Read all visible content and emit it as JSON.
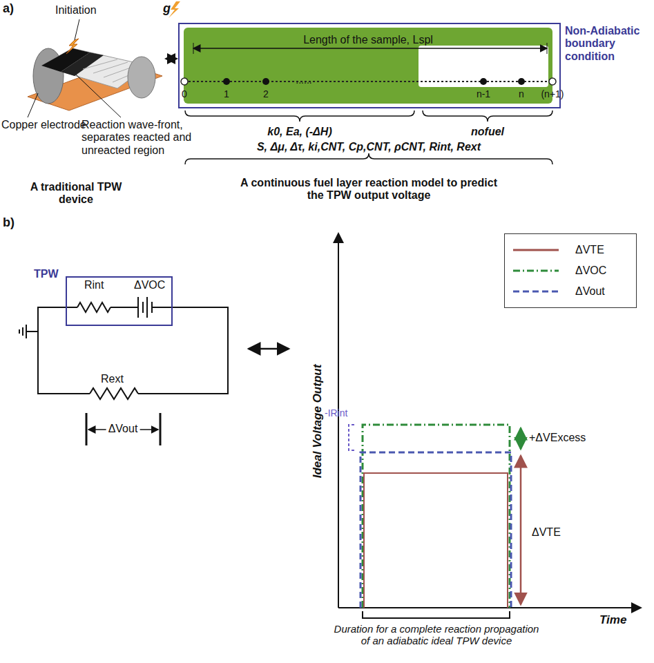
{
  "diagram": {
    "nodes": [
      {
        "text": [
          "Length of the sample, Lspl"
        ]
      },
      {
        "text": [
          "TPW"
        ]
      }
    ],
    "labels": [
      "a)",
      "Initiation",
      "Copper electrode",
      "Reaction wave-front, separates reacted and unreacted region",
      "A traditional TPW device",
      "g",
      "0",
      "1",
      "2",
      "......",
      "n-1",
      "n",
      "(n+1)",
      "Non-Adiabatic boundary condition",
      "k0, Ea, (-ΔH)",
      "nofuel",
      "S, Δμ, Δτ, ki,CNT, Cp,CNT, ρCNT, Rint, Rext",
      "A continuous fuel layer reaction model to predict the TPW output voltage",
      "b)",
      "Rint",
      "ΔVOC",
      "Rext",
      "ΔVout",
      "Ideal Voltage Output",
      "-IRint",
      "+ΔVExcess",
      "ΔVTE",
      "Time",
      "Duration for a complete reaction propagation of an adiabatic ideal TPW device"
    ],
    "legend": [
      {
        "text": "ΔVTE"
      },
      {
        "text": "ΔVOC"
      },
      {
        "text": "ΔVout"
      }
    ]
  }
}
